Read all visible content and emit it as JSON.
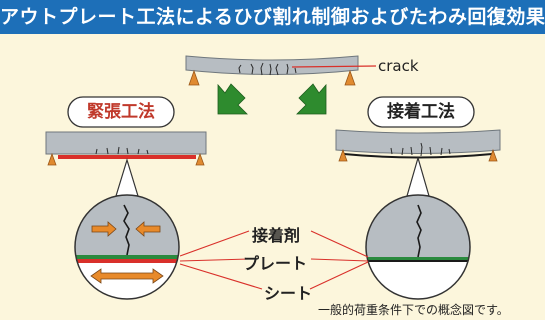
{
  "title": "アウトプレート工法によるひび割れ制御およびたわみ回復効果",
  "labels": {
    "crack": "crack",
    "method_left": "緊張工法",
    "method_right": "接着工法",
    "adhesive": "接着剤",
    "plate": "プレート",
    "sheet": "シート",
    "note": "一般的荷重条件下での概念図です。"
  },
  "colors": {
    "title_bg": "#1d6fb8",
    "background": "#fcf6dc",
    "method_left_text": "#c0392b",
    "method_right_text": "#222222",
    "arrow_green": "#2e8b2e",
    "plate_red": "#d9302a",
    "adhesive_green": "#2a8a3e",
    "beam_gray": "#b7bdc2",
    "arrow_orange": "#e88a2a"
  },
  "icons": [
    "down-arrow-left-icon",
    "down-arrow-right-icon",
    "compression-arrow-icon",
    "tension-arrow-icon",
    "support-icon"
  ]
}
